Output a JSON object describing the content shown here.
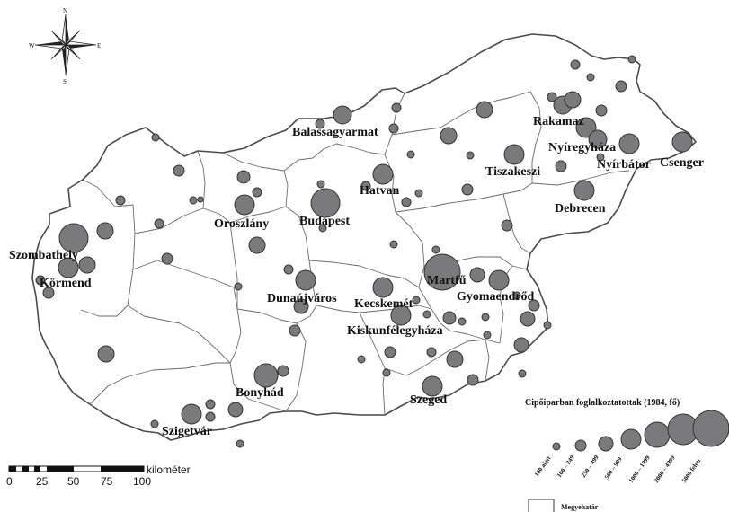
{
  "compass": {
    "n": "N",
    "s": "S",
    "e": "E",
    "w": "W"
  },
  "cities": [
    {
      "name": "Balassagyarmat"
    },
    {
      "name": "Rakamaz"
    },
    {
      "name": "Nyíregyháza"
    },
    {
      "name": "Nyírbátor"
    },
    {
      "name": "Csenger"
    },
    {
      "name": "Tiszakeszi"
    },
    {
      "name": "Hatvan"
    },
    {
      "name": "Debrecen"
    },
    {
      "name": "Oroszlány"
    },
    {
      "name": "Budapest"
    },
    {
      "name": "Szombathely"
    },
    {
      "name": "Körmend"
    },
    {
      "name": "Martfű"
    },
    {
      "name": "Dunaújváros"
    },
    {
      "name": "Kecskemét"
    },
    {
      "name": "Gyomaendrőd"
    },
    {
      "name": "Kiskunfélegyháza"
    },
    {
      "name": "Bonyhád"
    },
    {
      "name": "Szeged"
    },
    {
      "name": "Szigetvár"
    }
  ],
  "legend": {
    "title": "Cipőiparban foglalkoztatottak (1984, fő)",
    "categories": [
      "100 alatt",
      "100 – 249",
      "250 – 499",
      "500 – 999",
      "1000 – 1999",
      "2000 – 4999",
      "5000 felett"
    ],
    "boundary_label": "Megyehatár"
  },
  "scale_bar": {
    "unit": "kilométer",
    "ticks": [
      "0",
      "25",
      "50",
      "75",
      "100"
    ]
  },
  "colors": {
    "symbol_fill": "#7a7a7c",
    "outline": "#4a4a4a",
    "background": "#ffffff"
  }
}
